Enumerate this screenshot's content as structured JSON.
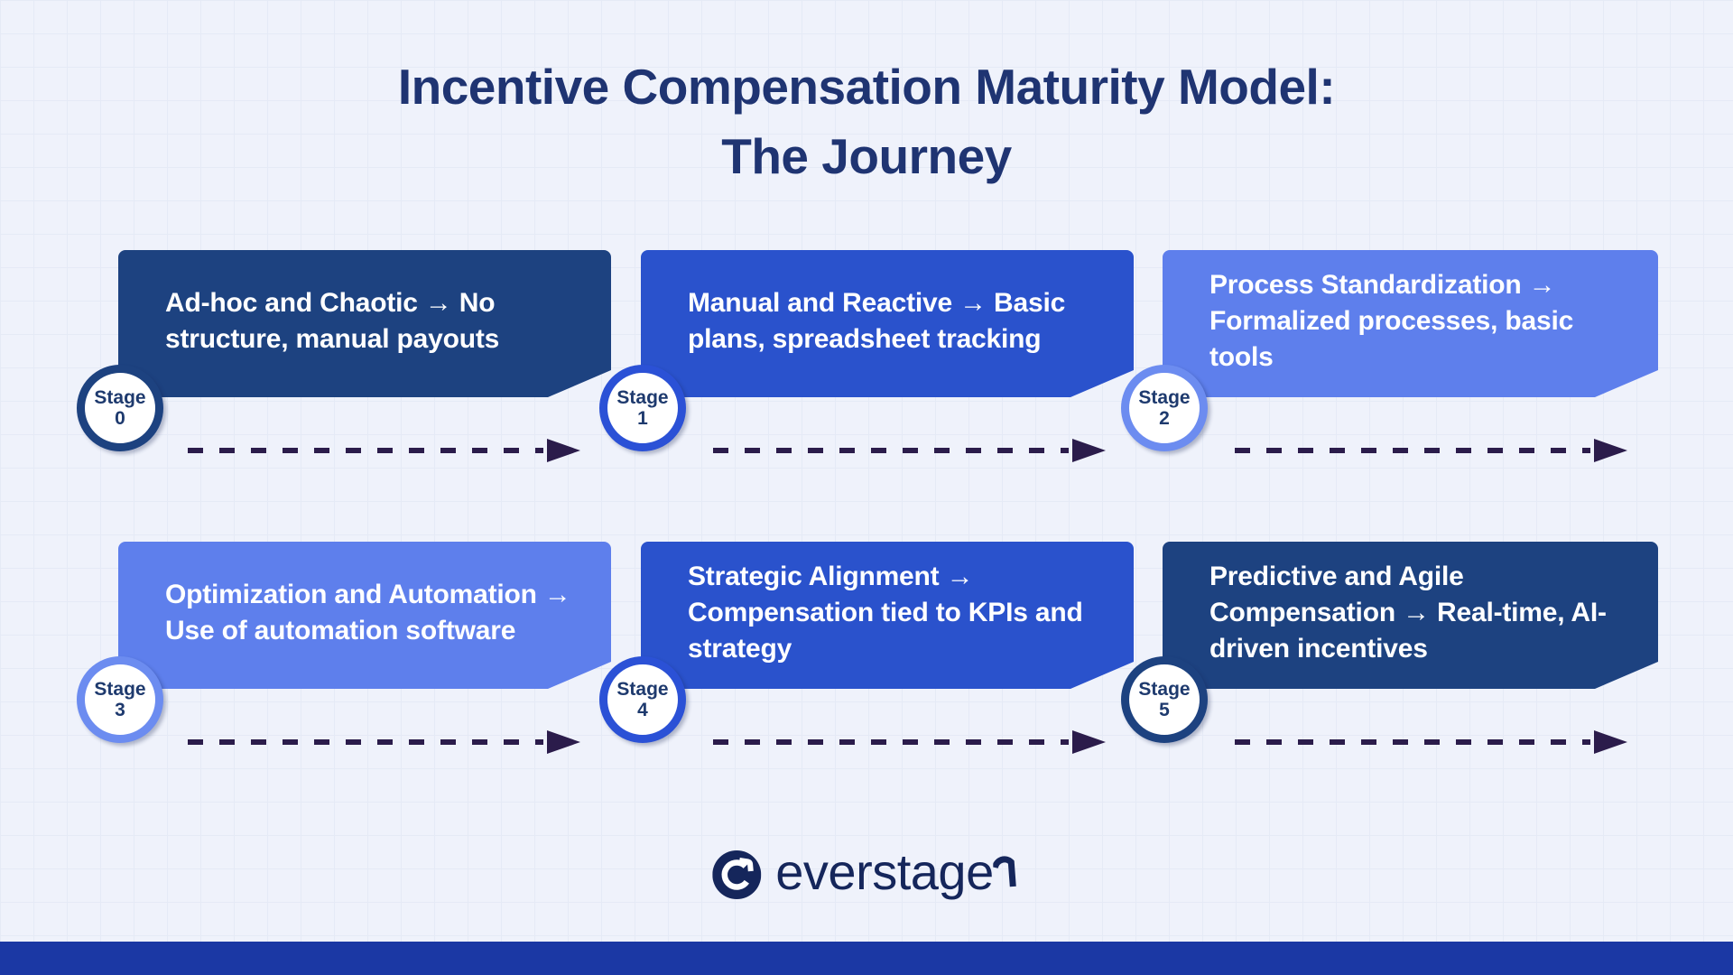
{
  "title": {
    "line1": "Incentive Compensation Maturity Model:",
    "line2": "The Journey"
  },
  "stages": [
    {
      "stage_label": "Stage",
      "stage_number": "0",
      "variant": "navy",
      "description": "Ad-hoc and Chaotic → No structure, manual payouts"
    },
    {
      "stage_label": "Stage",
      "stage_number": "1",
      "variant": "royal",
      "description": "Manual and Reactive → Basic plans, spreadsheet tracking"
    },
    {
      "stage_label": "Stage",
      "stage_number": "2",
      "variant": "peri",
      "description": "Process Standardization → Formalized processes, basic tools"
    },
    {
      "stage_label": "Stage",
      "stage_number": "3",
      "variant": "peri",
      "description": "Optimization and Automation → Use of automation software"
    },
    {
      "stage_label": "Stage",
      "stage_number": "4",
      "variant": "royal",
      "description": "Strategic Alignment → Compensation tied to KPIs and strategy"
    },
    {
      "stage_label": "Stage",
      "stage_number": "5",
      "variant": "navy",
      "description": "Predictive and Agile Compensation → Real-time, AI-driven incentives"
    }
  ],
  "logo": {
    "wordmark": "everstage"
  },
  "colors": {
    "background": "#EFF2FB",
    "grid_line": "#E5EAF6",
    "title_text": "#1F3472",
    "navy_box": "#1D4280",
    "royal_box": "#2A52CC",
    "periwinkle_box": "#5E7FEC",
    "badge_royal_border": "#2B51D6",
    "badge_periwinkle_border": "#6C8CF0",
    "box_text": "#FFFFFF",
    "badge_text": "#1E3A6E",
    "dash_arrow": "#2B1C4B",
    "footer_bar": "#1B38A4",
    "logo_navy": "#15265B"
  }
}
